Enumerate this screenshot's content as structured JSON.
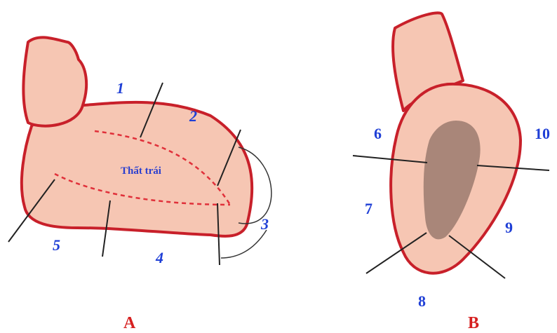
{
  "panel_a": {
    "label": "A",
    "chamber_label": "Thất trái",
    "segments": [
      "1",
      "2",
      "3",
      "4",
      "5"
    ]
  },
  "panel_b": {
    "label": "B",
    "segments": [
      "6",
      "7",
      "8",
      "9",
      "10"
    ]
  },
  "colors": {
    "tissue": "#f6c6b3",
    "outline": "#c8202a",
    "cavity": "#a98679",
    "segment_text": "#1f3fd6",
    "panel_text": "#d62020"
  }
}
